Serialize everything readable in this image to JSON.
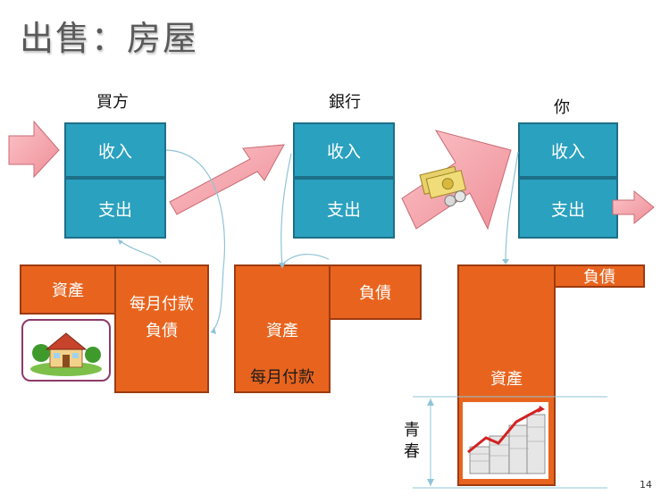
{
  "title": "出售：房屋",
  "page_number": "14",
  "columns": {
    "buyer": {
      "label": "買方",
      "income": "收入",
      "expense": "支出",
      "assets": "資產",
      "liability_line1": "每月付款",
      "liability_line2": "負債"
    },
    "bank": {
      "label": "銀行",
      "income": "收入",
      "expense": "支出",
      "liabilities": "負債",
      "assets": "資產",
      "assets_sub": "每月付款"
    },
    "you": {
      "label": "你",
      "income": "收入",
      "expense": "支出",
      "liabilities": "負債",
      "assets": "資產",
      "youth_line1": "青",
      "youth_line2": "春"
    }
  },
  "colors": {
    "statement_blue": "#2aa1bf",
    "balance_orange": "#e8641e",
    "arrow_pink": "#f3a1a8",
    "connector_blue": "#8fc4d6"
  },
  "icons": [
    "house-icon",
    "money-icon",
    "cash-stacks-icon"
  ]
}
